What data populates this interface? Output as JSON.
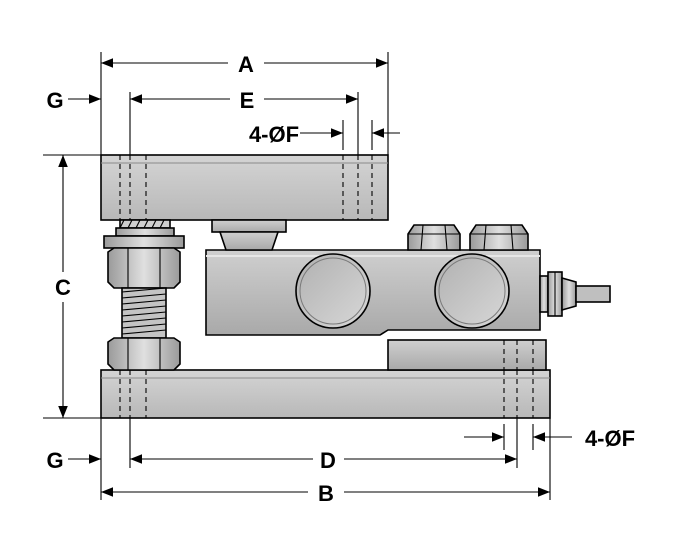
{
  "diagram": {
    "labels": {
      "a": "A",
      "e": "E",
      "g_top": "G",
      "f_top": "4-ØF",
      "c": "C",
      "g_bottom": "G",
      "d": "D",
      "f_bottom": "4-ØF",
      "b": "B"
    },
    "colors": {
      "line": "#000000",
      "plate_fill": "#c8c8c8",
      "body_fill": "#bdbdbd",
      "background": "#ffffff"
    }
  }
}
